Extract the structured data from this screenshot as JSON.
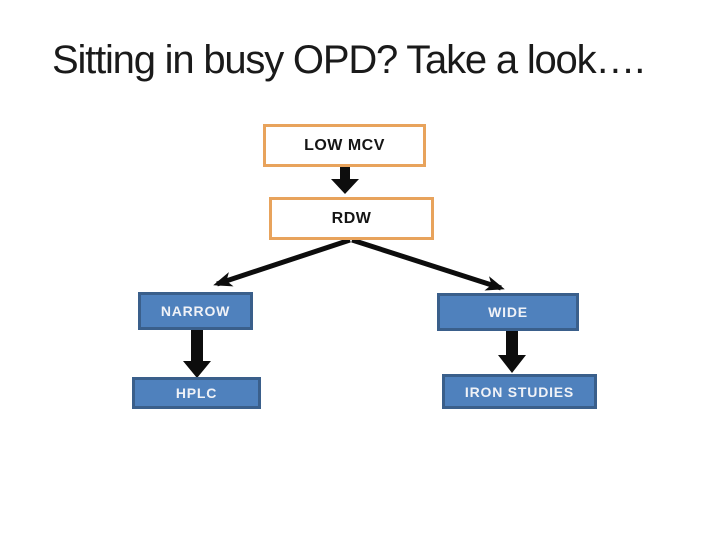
{
  "slide": {
    "title": "Sitting in busy OPD? Take a look….",
    "background": "#ffffff"
  },
  "colors": {
    "slide_bg": "#ffffff",
    "title_text": "#1a1a1a",
    "dark_text": "#151515",
    "orange_border": "#e8a35c",
    "blue_fill": "#4f81bd",
    "blue_border": "#3a5f8b",
    "blue_text": "#f0f2f7",
    "arrow_black": "#0d0d0d"
  },
  "flowchart": {
    "nodes": [
      {
        "id": "low-mcv",
        "label": "LOW MCV",
        "style": "orange-outline"
      },
      {
        "id": "rdw",
        "label": "RDW",
        "style": "orange-outline"
      },
      {
        "id": "narrow",
        "label": "NARROW",
        "style": "blue-filled"
      },
      {
        "id": "wide",
        "label": "WIDE",
        "style": "blue-filled"
      },
      {
        "id": "hplc",
        "label": "HPLC",
        "style": "blue-filled"
      },
      {
        "id": "iron-studies",
        "label": "IRON STUDIES",
        "style": "blue-filled"
      }
    ],
    "edges": [
      {
        "from": "low-mcv",
        "to": "rdw",
        "type": "block-arrow-down"
      },
      {
        "from": "rdw",
        "to": "narrow",
        "type": "thin-arrow-diagonal"
      },
      {
        "from": "rdw",
        "to": "wide",
        "type": "thin-arrow-diagonal"
      },
      {
        "from": "narrow",
        "to": "hplc",
        "type": "block-arrow-down"
      },
      {
        "from": "wide",
        "to": "iron-studies",
        "type": "block-arrow-down"
      }
    ]
  }
}
